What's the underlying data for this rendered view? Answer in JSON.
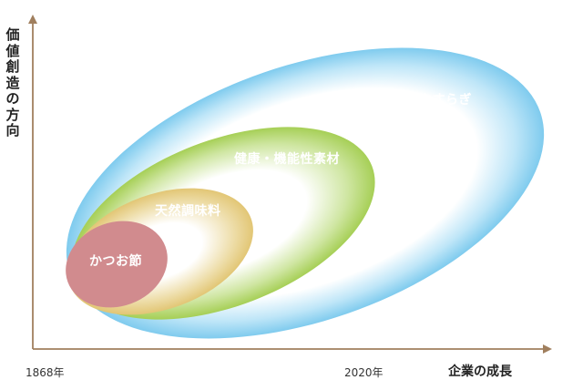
{
  "axes": {
    "y_label": "価値創造の方向",
    "x_label": "企業の成長",
    "x_start": "1868年",
    "x_end": "2020年"
  },
  "zones": [
    {
      "label": "かつお節",
      "color": "#d18b8e"
    },
    {
      "label": "天然調味料",
      "color": "#e2c675"
    },
    {
      "label": "健康・機能性素材",
      "color": "#a6cf56"
    },
    {
      "label": "やすらぎ",
      "color": "#7fcbee"
    }
  ]
}
